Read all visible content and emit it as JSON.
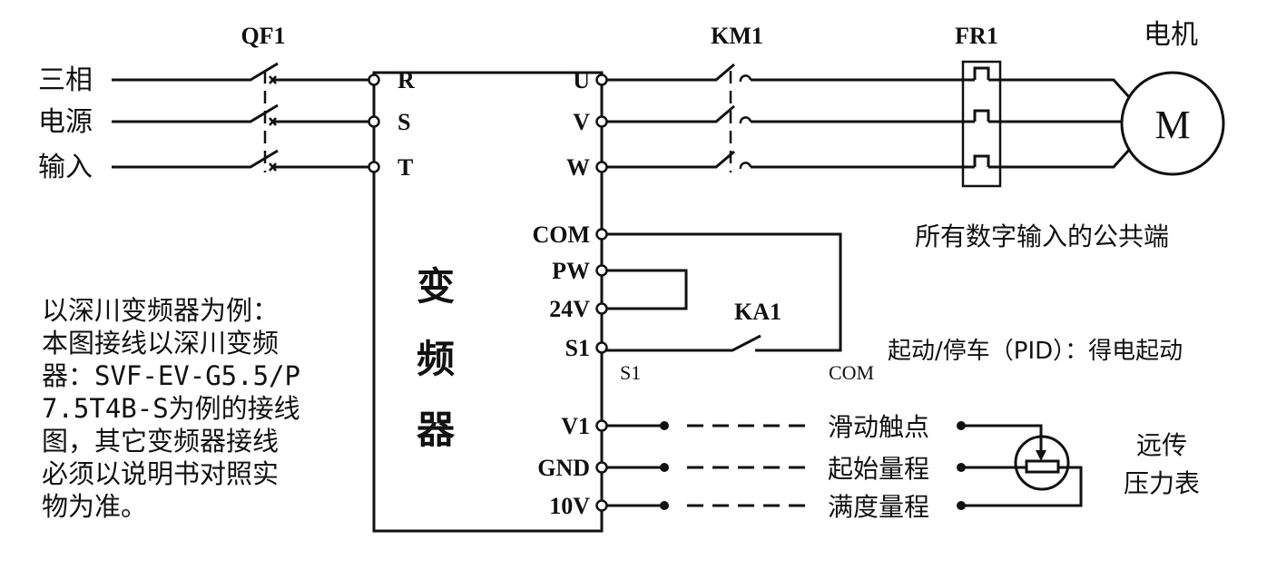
{
  "labels": {
    "qf1": "QF1",
    "km1": "KM1",
    "fr1": "FR1",
    "motor_title": "电机",
    "motor_symbol": "M",
    "input_lines": [
      "三相",
      "电源",
      "输入"
    ],
    "inverter": [
      "变",
      "频",
      "器"
    ],
    "ka1": "KA1",
    "s1_small": "S1",
    "com_small": "COM",
    "common_note": "所有数字输入的公共端",
    "start_note": "起动/停车（PID）：得电起动",
    "remote_gauge": [
      "远传",
      "压力表"
    ]
  },
  "terminals": {
    "left": [
      "R",
      "S",
      "T"
    ],
    "right_power": [
      "U",
      "V",
      "W"
    ],
    "control": [
      "COM",
      "PW",
      "24V",
      "S1"
    ],
    "analog": [
      "V1",
      "GND",
      "10V"
    ]
  },
  "analog_signals": [
    "滑动触点",
    "起始量程",
    "满度量程"
  ],
  "note_lines": [
    "以深川变频器为例：",
    "本图接线以深川变频",
    "器：SVF-EV-G5.5/P",
    "7.5T4B-S为例的接线",
    "图，其它变频器接线",
    "必须以说明书对照实",
    "物为准。"
  ]
}
